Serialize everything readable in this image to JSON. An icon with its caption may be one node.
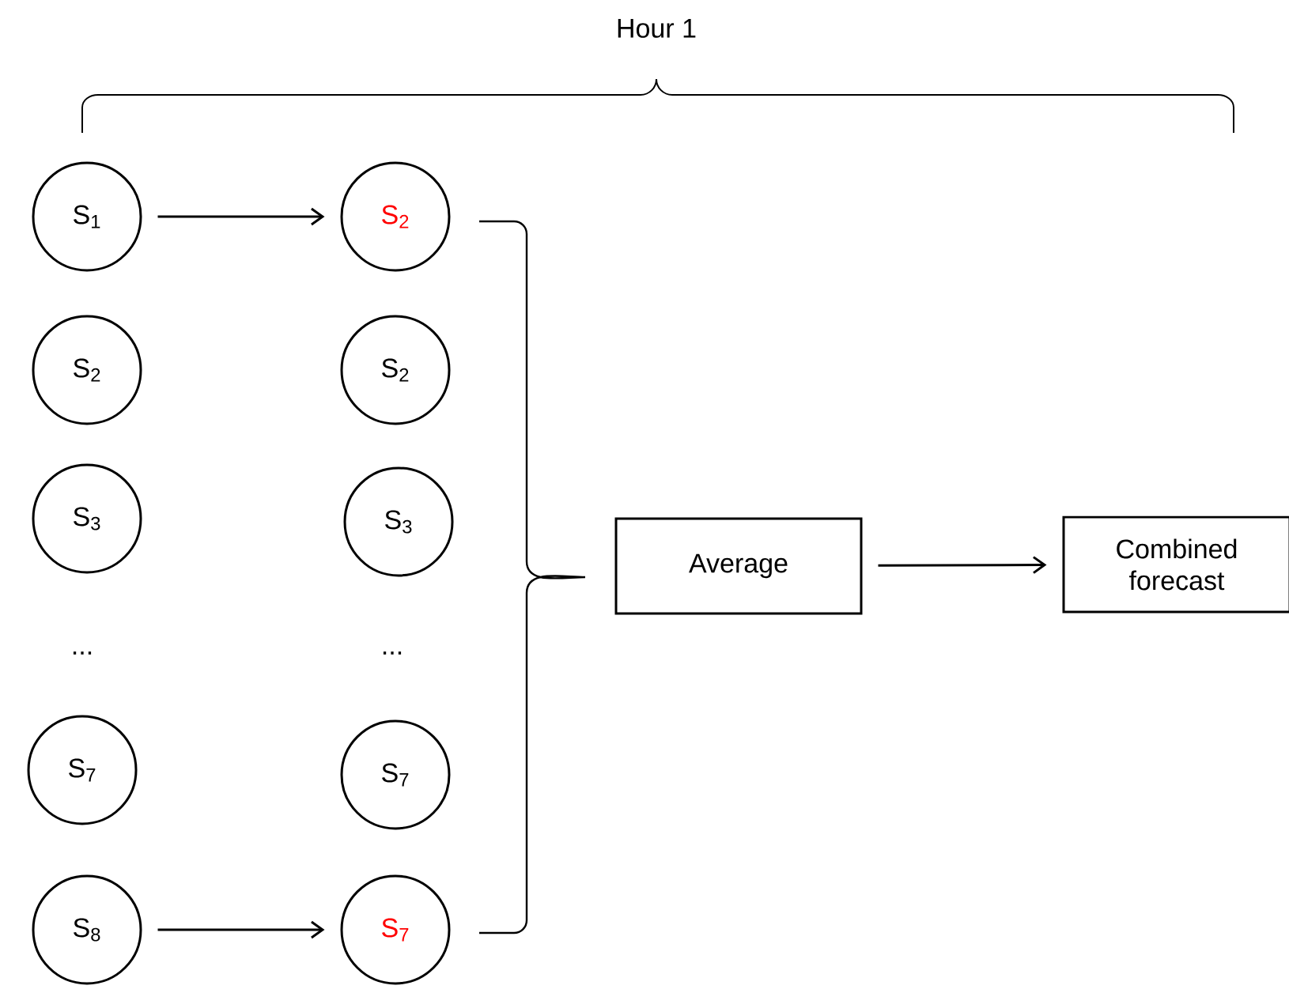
{
  "diagram": {
    "nodes": [
      {
        "text": [
          "S$_{1}$"
        ]
      },
      {
        "text": [
          "S$_{2}$"
        ]
      },
      {
        "text": [
          "S$_{3}$"
        ]
      },
      {
        "text": [
          "S$_{7}$"
        ]
      },
      {
        "text": [
          "S$_{8}$"
        ]
      },
      {
        "text": [
          "S$_{2}$"
        ]
      },
      {
        "text": [
          "S$_{2}$"
        ]
      },
      {
        "text": [
          "S$_{3}$"
        ]
      },
      {
        "text": [
          "S$_{7}$"
        ]
      },
      {
        "text": [
          "S$_{7}$"
        ]
      },
      {
        "text": [
          "Average"
        ]
      },
      {
        "text": [
          "Combined forecast"
        ]
      }
    ],
    "edges": [
      {
        "from": 0,
        "to": 5,
        "arrow": "to"
      },
      {
        "from": 4,
        "to": 9,
        "arrow": "to"
      },
      {
        "from": 10,
        "to": 11,
        "arrow": "to"
      }
    ],
    "labels": [
      "Hour 1",
      "...",
      "..."
    ]
  }
}
